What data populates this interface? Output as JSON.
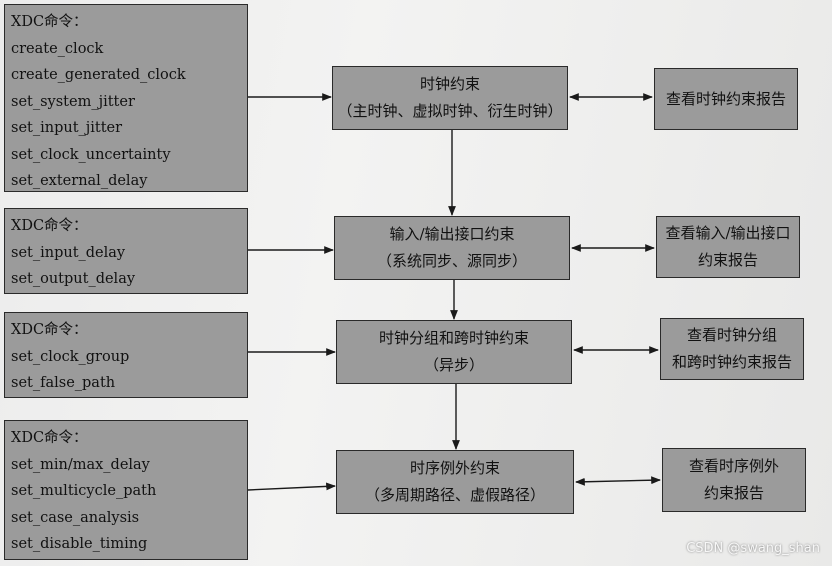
{
  "xdc_groups": [
    {
      "title": "XDC命令：",
      "commands": [
        "create_clock",
        "create_generated_clock",
        "set_system_jitter",
        "set_input_jitter",
        "set_clock_uncertainty",
        "set_external_delay"
      ]
    },
    {
      "title": "XDC命令：",
      "commands": [
        "set_input_delay",
        "set_output_delay"
      ]
    },
    {
      "title": "XDC命令：",
      "commands": [
        "set_clock_group",
        "set_false_path"
      ]
    },
    {
      "title": "XDC命令：",
      "commands": [
        "set_min/max_delay",
        "set_multicycle_path",
        "set_case_analysis",
        "set_disable_timing"
      ]
    }
  ],
  "constraints": [
    {
      "line1": "时钟约束",
      "line2": "（主时钟、虚拟时钟、衍生时钟）"
    },
    {
      "line1": "输入/输出接口约束",
      "line2": "（系统同步、源同步）"
    },
    {
      "line1": "时钟分组和跨时钟约束",
      "line2": "（异步）"
    },
    {
      "line1": "时序例外约束",
      "line2": "（多周期路径、虚假路径）"
    }
  ],
  "reports": [
    {
      "line1": "查看时钟约束报告",
      "line2": ""
    },
    {
      "line1": "查看输入/输出接口",
      "line2": "约束报告"
    },
    {
      "line1": "查看时钟分组",
      "line2": "和跨时钟约束报告"
    },
    {
      "line1": "查看时序例外",
      "line2": "约束报告"
    }
  ],
  "watermark": "CSDN @swang_shan"
}
